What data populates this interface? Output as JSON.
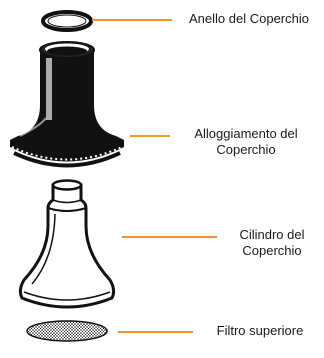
{
  "parts": [
    {
      "label": "Anello del Coperchio"
    },
    {
      "label": "Alloggiamento del Coperchio"
    },
    {
      "label": "Cilindro del Coperchio"
    },
    {
      "label": "Filtro superiore"
    }
  ],
  "colors": {
    "leader_line": "#f0932b",
    "ink": "#111111",
    "text": "#1a1a1a",
    "background": "#ffffff"
  }
}
